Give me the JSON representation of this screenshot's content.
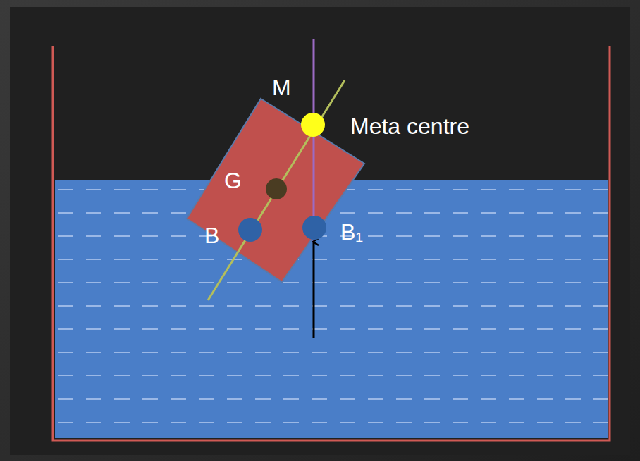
{
  "diagram": {
    "labels": [
      "M",
      "Meta centre",
      "G",
      "B",
      "B₁"
    ]
  }
}
